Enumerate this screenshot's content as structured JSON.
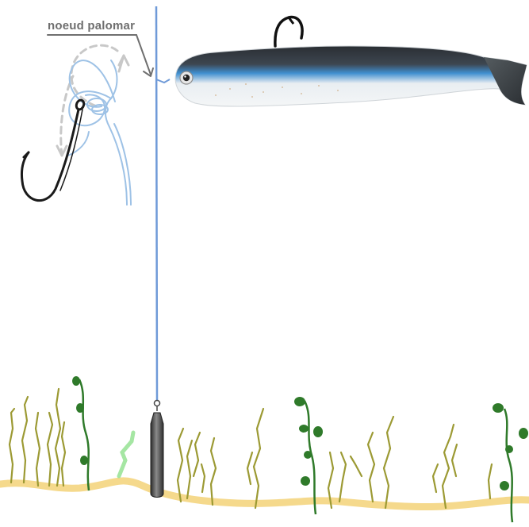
{
  "diagram": {
    "knot_label": "noeud palomar",
    "colors": {
      "line": "#6f9ad8",
      "knot_line": "#9ec2e6",
      "label": "#6f6f6f",
      "weed_olive": "#9c9a34",
      "weed_green": "#2f7a2a",
      "sand": "#f5d98c",
      "hook": "#1a1a1a"
    },
    "elements": [
      "knot-diagram",
      "hook-icon",
      "fishing-line",
      "soft-lure-icon",
      "sinker-icon",
      "seaweed",
      "sea-floor"
    ]
  }
}
